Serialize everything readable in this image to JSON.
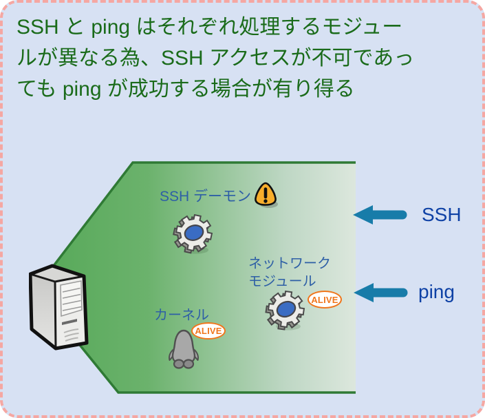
{
  "caption": {
    "text": "SSH と ping はそれぞれ処理するモジュールが異なる為、SSH アクセスが不可であっても ping が成功する場合が有り得る",
    "lines": [
      "SSH と ping はそれぞれ処理するモジュー",
      "ルが異なる為、SSH アクセスが不可であっ",
      "ても ping が成功する場合が有り得る"
    ]
  },
  "diagram": {
    "modules": [
      {
        "id": "ssh-daemon",
        "label": "SSH デーモン",
        "status": "warning",
        "icon": "gear-icon"
      },
      {
        "id": "network-module",
        "label_line1": "ネットワーク",
        "label_line2": "モジュール",
        "status_badge": "ALIVE",
        "icon": "gear-icon"
      },
      {
        "id": "kernel",
        "label": "カーネル",
        "status_badge": "ALIVE",
        "icon": "penguin-icon"
      }
    ],
    "arrows": [
      {
        "label": "SSH"
      },
      {
        "label": "ping"
      }
    ],
    "icons": [
      "server-icon",
      "warning-icon",
      "gear-icon",
      "penguin-icon",
      "left-arrow-icon"
    ]
  },
  "colors": {
    "caption_green": "#1A6B1A",
    "module_label_blue": "#2E5FA6",
    "arrow_teal": "#187CA9",
    "arrow_label_blue": "#0E41A5",
    "alive_orange": "#F0761C",
    "warning_amber": "#F8AE2C",
    "zone_green": "#55A857",
    "zone_border_green": "#2F7A35",
    "frame_border_pink": "#F5A7A2",
    "background_blue": "#D7E1F3"
  }
}
